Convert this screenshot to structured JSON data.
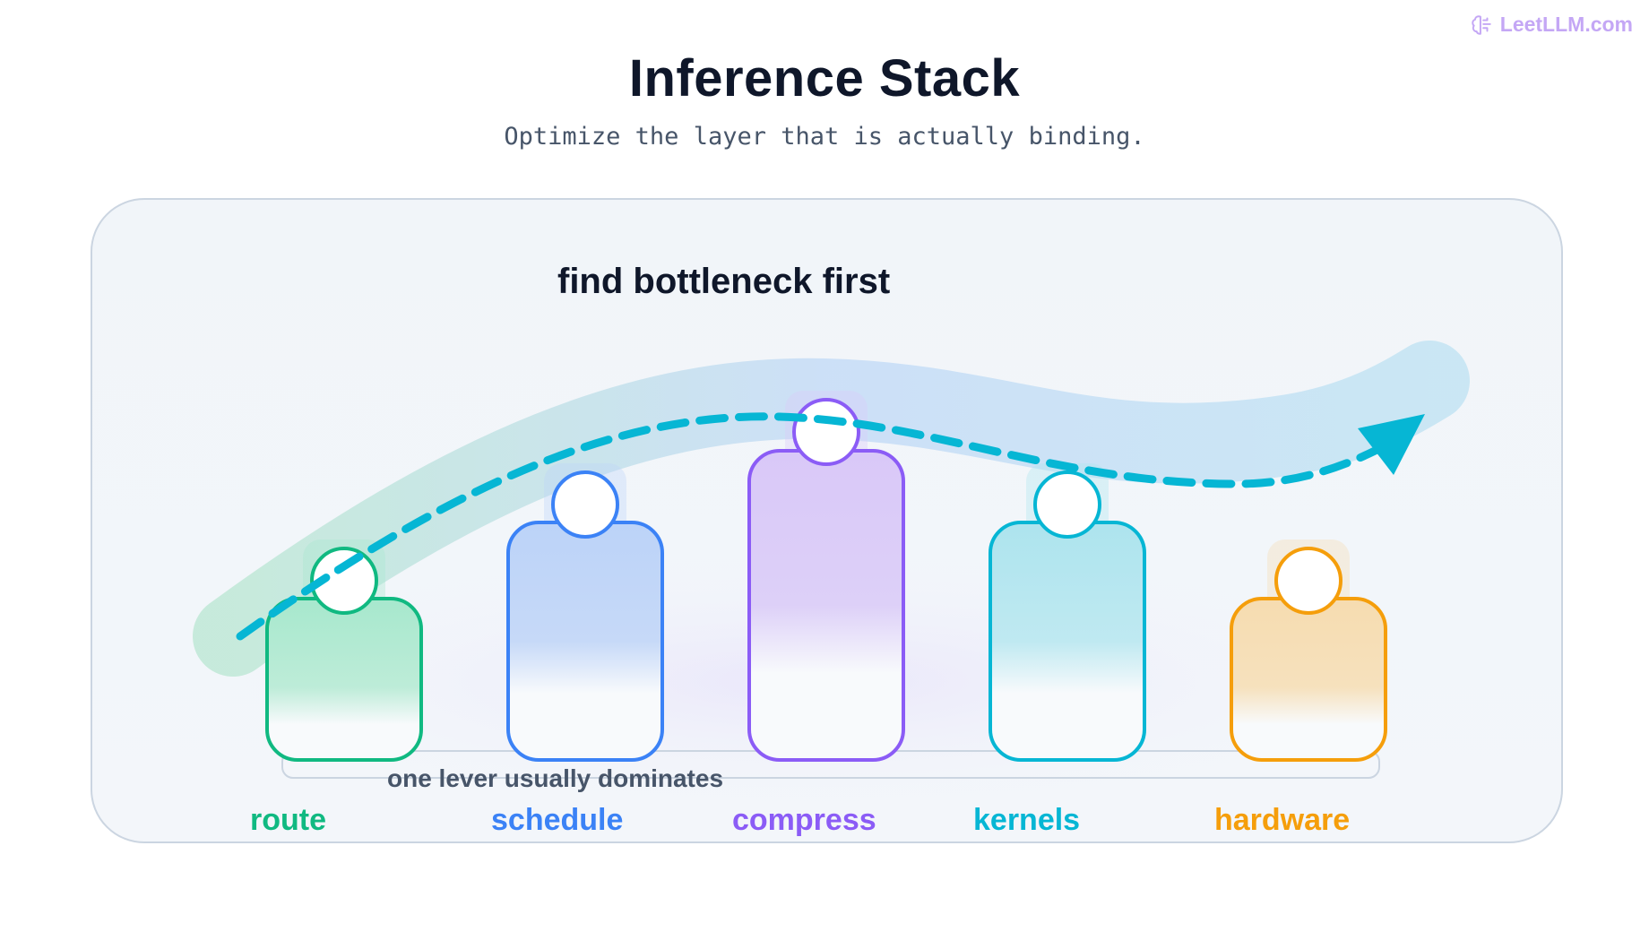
{
  "brand": {
    "name": "LeetLLM.com",
    "icon": "brain-icon",
    "color": "#c4a7f5"
  },
  "header": {
    "title": "Inference Stack",
    "subtitle": "Optimize the layer that is actually binding."
  },
  "diagram": {
    "heading": "find bottleneck first",
    "lever_note": "one lever usually dominates",
    "flow_color": "#06b6d4",
    "stages": [
      {
        "label": "route",
        "color": "#10b981",
        "fill": "#a7e8cd"
      },
      {
        "label": "schedule",
        "color": "#3b82f6",
        "fill": "#bcd3f8"
      },
      {
        "label": "compress",
        "color": "#8b5cf6",
        "fill": "#d9c8f8"
      },
      {
        "label": "kernels",
        "color": "#06b6d4",
        "fill": "#ade4ee"
      },
      {
        "label": "hardware",
        "color": "#f59e0b",
        "fill": "#f6dcb0"
      }
    ]
  }
}
